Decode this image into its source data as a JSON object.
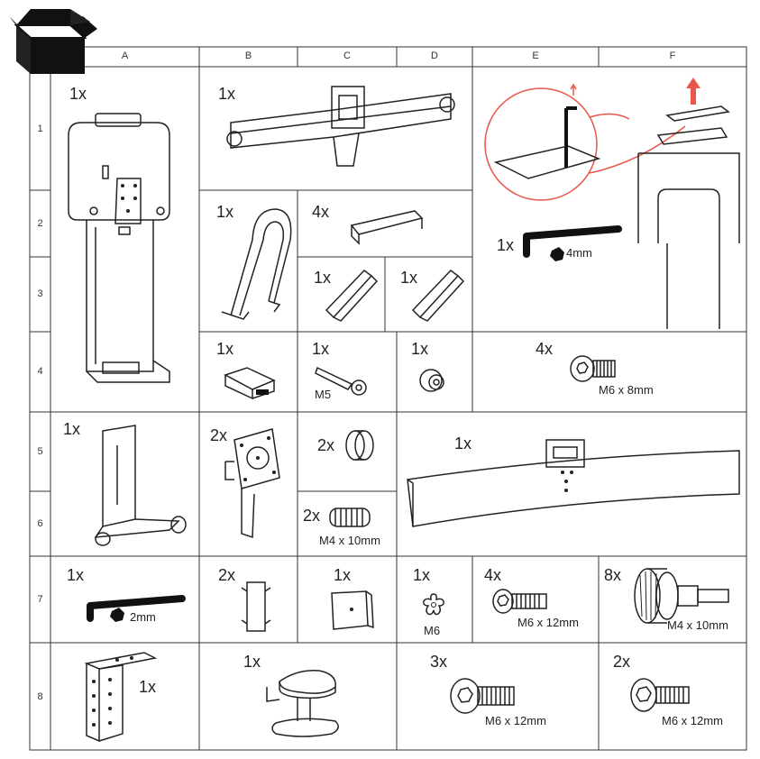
{
  "columns": [
    "A",
    "B",
    "C",
    "D",
    "E",
    "F"
  ],
  "rows": [
    "1",
    "2",
    "3",
    "4",
    "5",
    "6",
    "7",
    "8"
  ],
  "parts": {
    "pole_base": {
      "qty": "1x"
    },
    "arm": {
      "qty": "1x"
    },
    "clamp_bracket": {
      "qty": "1x"
    },
    "rail_long": {
      "qty": "4x"
    },
    "rail_left": {
      "qty": "1x"
    },
    "rail_right": {
      "qty": "1x"
    },
    "hex_key_4": {
      "qty": "1x",
      "spec": "4mm"
    },
    "clip": {
      "qty": "1x"
    },
    "bolt_m5": {
      "qty": "1x",
      "spec": "M5"
    },
    "nut": {
      "qty": "1x"
    },
    "screw_m6x8": {
      "qty": "4x",
      "spec": "M6 x 8mm"
    },
    "l_bracket": {
      "qty": "1x"
    },
    "vesa_plate": {
      "qty": "2x"
    },
    "cap": {
      "qty": "2x"
    },
    "set_screw": {
      "qty": "2x",
      "spec": "M4 x 10mm"
    },
    "crossbar": {
      "qty": "1x"
    },
    "hex_key_2": {
      "qty": "1x",
      "spec": "2mm"
    },
    "spring_clip": {
      "qty": "2x"
    },
    "cover_plate": {
      "qty": "1x"
    },
    "star_knob": {
      "qty": "1x",
      "spec": "M6"
    },
    "screw_m6x12_a": {
      "qty": "4x",
      "spec": "M6 x 12mm"
    },
    "thumb_screw": {
      "qty": "8x",
      "spec": "M4 x 10mm"
    },
    "grommet_bracket": {
      "qty": "1x"
    },
    "desk_clamp": {
      "qty": "1x"
    },
    "screw_m6x12_b": {
      "qty": "3x",
      "spec": "M6 x 12mm"
    },
    "screw_m6x12_c": {
      "qty": "2x",
      "spec": "M6 x 12mm"
    }
  },
  "colors": {
    "accent_red": "#e8574a",
    "line": "#222222"
  }
}
